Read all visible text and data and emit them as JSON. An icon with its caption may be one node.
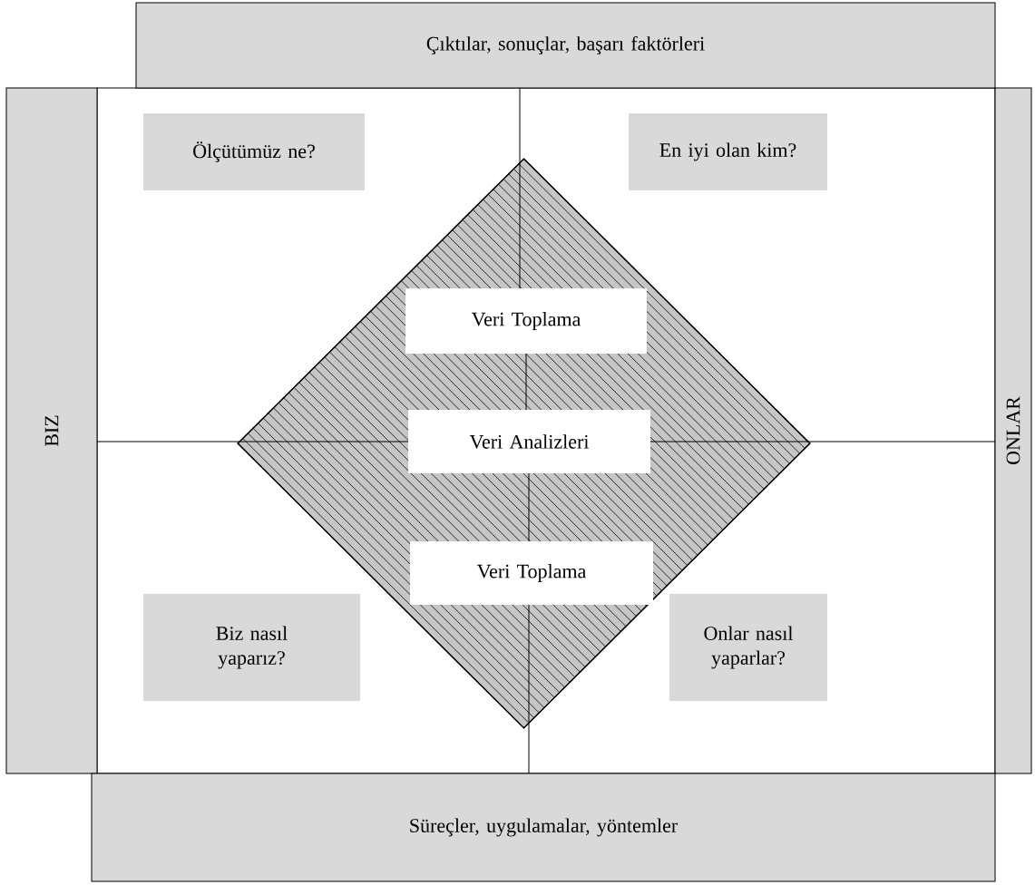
{
  "diagram": {
    "nodes": [
      {
        "text": [
          "Çıktılar, sonuçlar, başarı faktörleri"
        ]
      },
      {
        "text": [
          "BIZ"
        ]
      },
      {
        "text": [
          "ONLAR"
        ]
      },
      {
        "text": [
          "Ölçütümüz ne?"
        ]
      },
      {
        "text": [
          "En iyi olan kim?"
        ]
      },
      {
        "text": [],
        "shape": "diamond"
      },
      {
        "text": [
          "Veri Toplama"
        ],
        "in": 5
      },
      {
        "text": [
          "Veri Analizleri"
        ],
        "in": 5
      },
      {
        "text": [
          "Veri Toplama"
        ],
        "in": 5
      },
      {
        "text": [
          "Biz nasıl yaparız?"
        ]
      },
      {
        "text": [
          "Onlar nasıl yaparlar?"
        ]
      },
      {
        "text": [
          "Süreçler, uygulamalar, yöntemler"
        ]
      }
    ]
  }
}
